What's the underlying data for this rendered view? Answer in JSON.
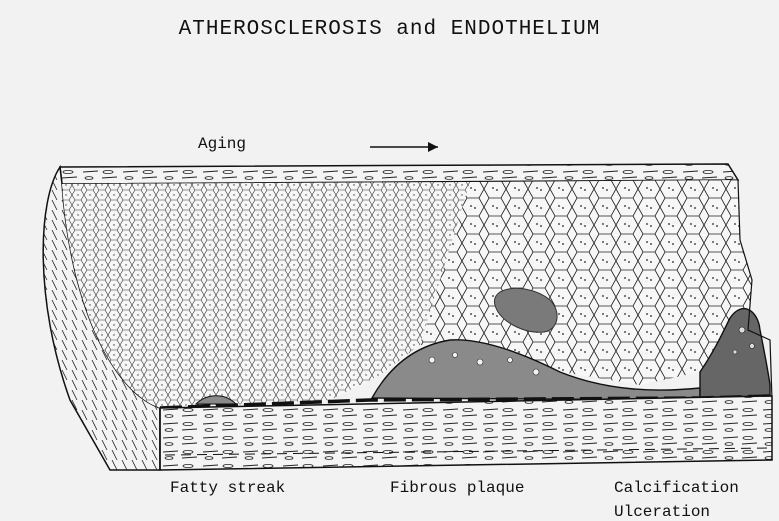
{
  "title": "ATHEROSCLEROSIS and ENDOTHELIUM",
  "direction_label": "Aging",
  "stages": [
    {
      "id": "fatty-streak",
      "label": "Fatty streak"
    },
    {
      "id": "fibrous-plaque",
      "label": "Fibrous plaque"
    },
    {
      "id": "calcification",
      "label": "Calcification"
    },
    {
      "id": "ulceration",
      "label": "Ulceration"
    }
  ],
  "colors": {
    "background": "#f2f2f2",
    "ink": "#111111",
    "lesion": "#8a8a8a",
    "lesion_dark": "#555555"
  }
}
